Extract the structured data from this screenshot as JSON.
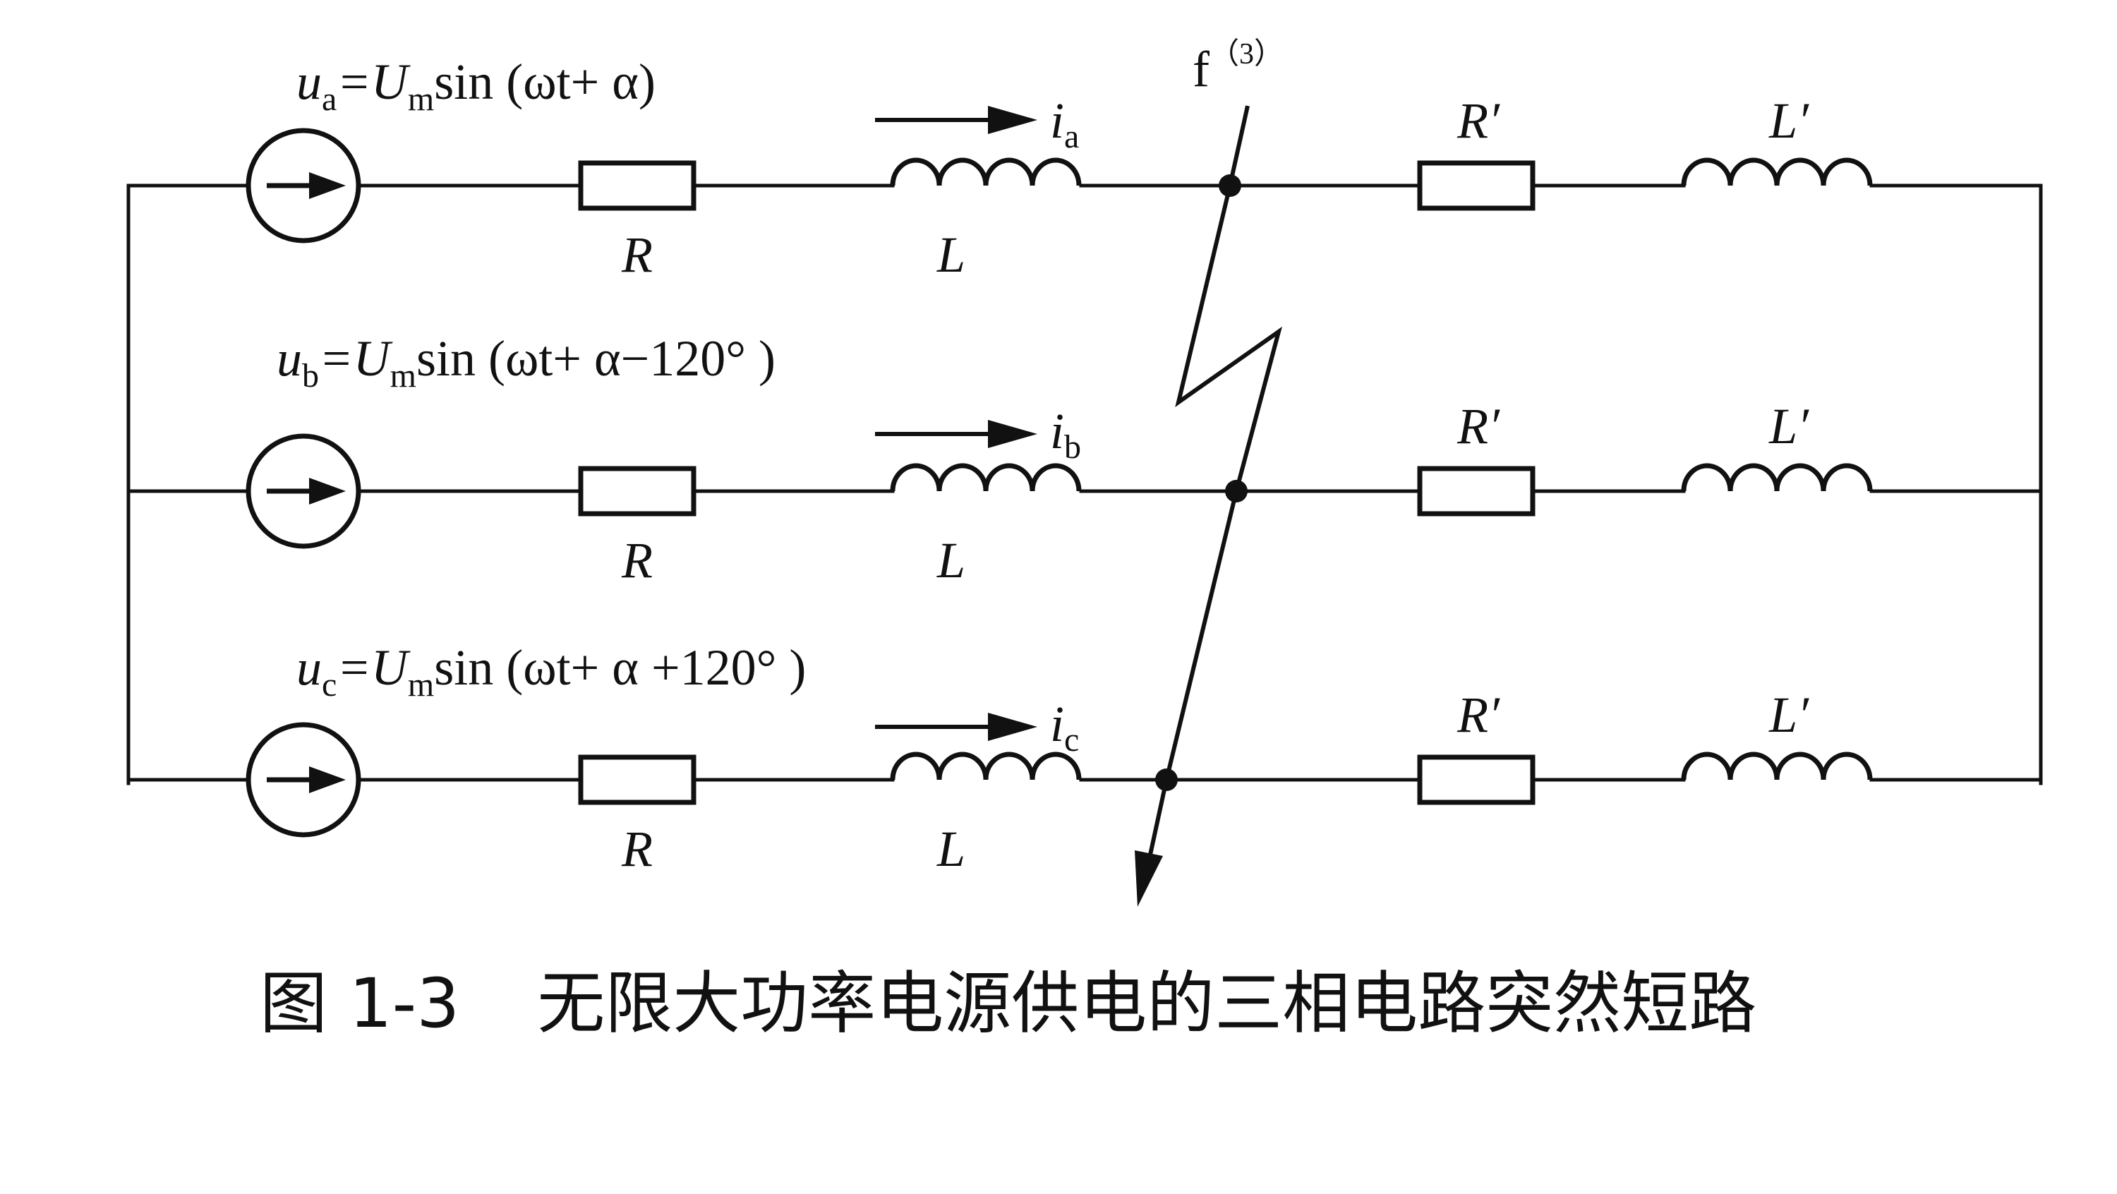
{
  "sources": [
    {
      "expr_prefix": "u",
      "expr_sub": "a",
      "expr_eq": "=U",
      "expr_sub2": "m",
      "expr_rest": "sin (ωt+ α)"
    },
    {
      "expr_prefix": "u",
      "expr_sub": "b",
      "expr_eq": "=U",
      "expr_sub2": "m",
      "expr_rest": "sin (ωt+ α−120° )"
    },
    {
      "expr_prefix": "u",
      "expr_sub": "c",
      "expr_eq": "=U",
      "expr_sub2": "m",
      "expr_rest": "sin (ωt+ α +120° )"
    }
  ],
  "currents": [
    {
      "letter": "i",
      "sub": "a"
    },
    {
      "letter": "i",
      "sub": "b"
    },
    {
      "letter": "i",
      "sub": "c"
    }
  ],
  "components": {
    "R": "R",
    "L": "L",
    "R_prime": "R′",
    "L_prime": "L′"
  },
  "fault": {
    "label": "f",
    "superscript": "（3）"
  },
  "caption": {
    "number": "图 1-3",
    "title": "无限大功率电源供电的三相电路突然短路"
  }
}
